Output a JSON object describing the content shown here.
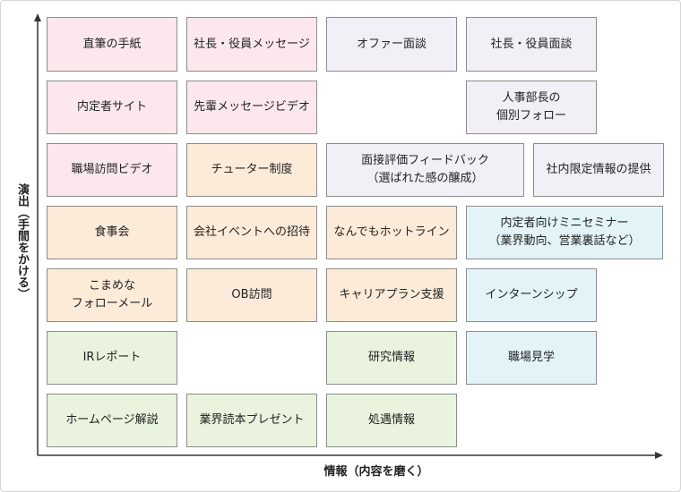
{
  "axes": {
    "x_label": "情報（内容を磨く）",
    "y_label": "演出（手間をかける）"
  },
  "boxes": {
    "r1c1": "直筆の手紙",
    "r1c2": "社長・役員メッセージ",
    "r1c3": "オファー面談",
    "r1c4": "社長・役員面談",
    "r2c1": "内定者サイト",
    "r2c2": "先輩メッセージビデオ",
    "r2c4": "人事部長の\n個別フォロー",
    "r3c1": "職場訪問ビデオ",
    "r3c2": "チューター制度",
    "r3c3": "面接評価フィードバック\n（選ばれた感の醸成）",
    "r3c4": "社内限定情報の提供",
    "r4c1": "食事会",
    "r4c2": "会社イベントへの招待",
    "r4c3": "なんでもホットライン",
    "r4c4": "内定者向けミニセミナー\n（業界動向、営業裏話など）",
    "r5c1": "こまめな\nフォローメール",
    "r5c2": "OB訪問",
    "r5c3": "キャリアプラン支援",
    "r5c4": "インターンシップ",
    "r6c1": "IRレポート",
    "r6c3": "研究情報",
    "r6c4": "職場見学",
    "r7c1": "ホームページ解説",
    "r7c2": "業界読本プレゼント",
    "r7c3": "処遇情報"
  },
  "colors": {
    "pink": "#fce8ec",
    "lavender": "#f3eff6",
    "peach": "#fdebd9",
    "light_blue": "#e3f4f9",
    "light_green": "#e9f3de",
    "axis": "#333333"
  }
}
